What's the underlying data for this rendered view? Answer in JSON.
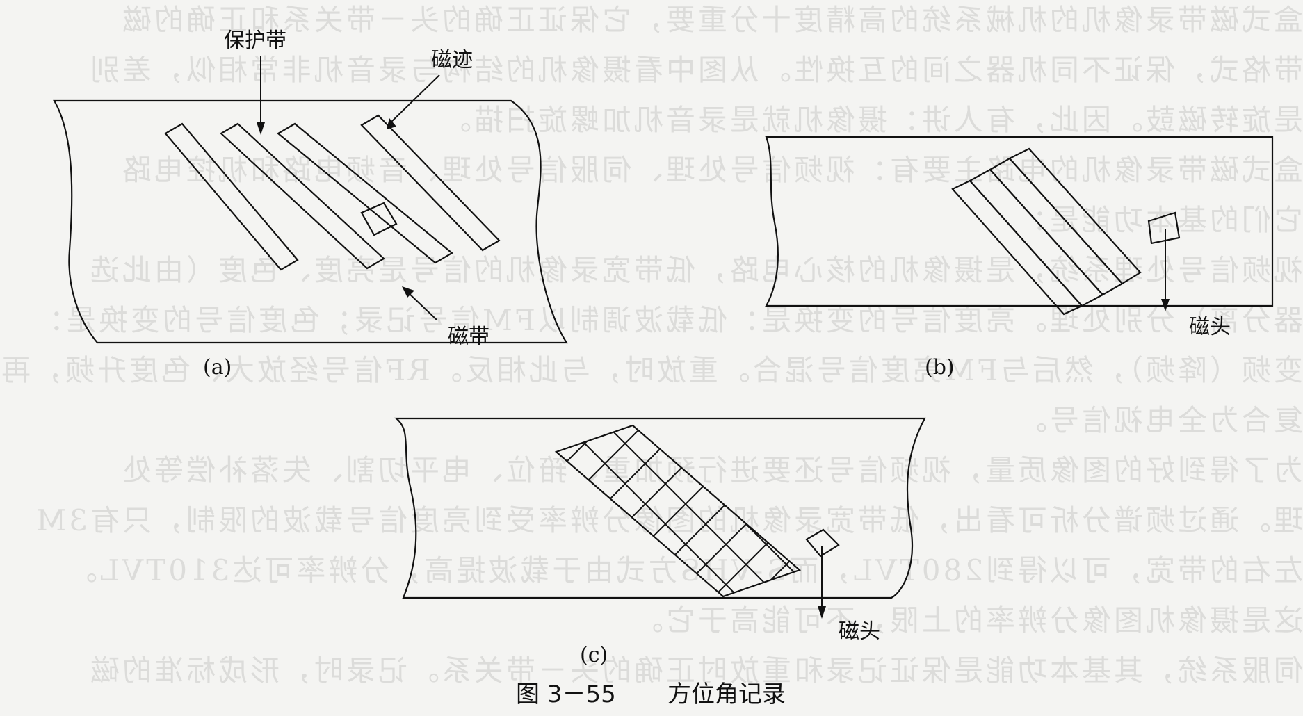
{
  "diagram": {
    "panel_a": {
      "label": "(a)",
      "guard_band": "保护带",
      "track": "磁迹",
      "tape": "磁带"
    },
    "panel_b": {
      "label": "(b)",
      "head": "磁头"
    },
    "panel_c": {
      "label": "(c)",
      "head": "磁头"
    },
    "caption": {
      "number": "图 3－55",
      "title": "方位角记录"
    }
  },
  "bleed_through": [
    "盒式磁带录像机的机械系统的高精度十分重要，它保证正确的头－带关系和正确的磁",
    "带格式，保证不同机器之间的互换性。从图中看摄像机的结构与录音机非常相似，差别",
    "是旋转磁鼓。因此，有人讲：摄像机就是录音机加螺旋扫描。",
    "盒式磁带录像机的电路主要有：视频信号处理、伺服信号处理、音频电路和机控电路",
    "它们的基本功能是：",
    "视频信号处理系统，是摄像机的核心电路，低带宽录像机的信号是亮度、色度（由此选",
    "器分离）分别处理。亮度信号的变换是：低载波调制以FM信号记录；色度信号的变换是：",
    "变频（降频），然后与FM亮度信号混合。重放时，与此相反。RF信号经放大、色度升频，再",
    "复合为全电视信号。",
    "为了得到好的图像质量，视频信号还要进行预加重、箝位、电平切割、失落补偿等处",
    "理。通过频谱分析可看出，低带宽录像机的图像分辨率受到亮度信号载波的限制，只有3M",
    "左右的带宽，可以得到280TVL，而S-VHS方式由于载波提高，分辨率可达310TVL。",
    "这是摄像机图像分辨率的上限，不可能高于它。",
    "伺服系统，其基本功能是保证记录和重放时正确的头－带关系。记录时，形成标准的磁"
  ]
}
